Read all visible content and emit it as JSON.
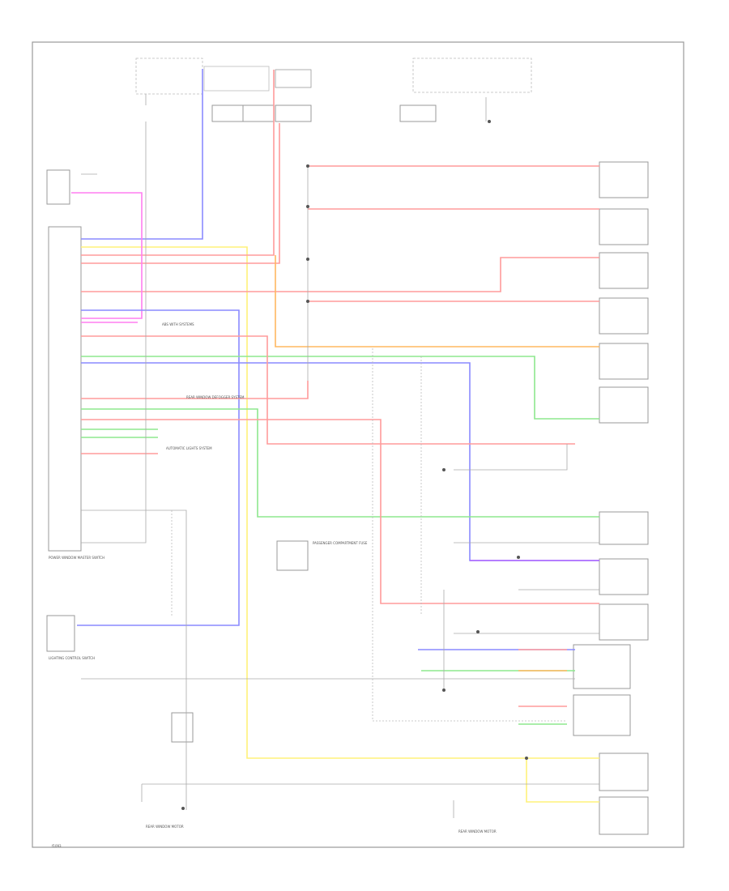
{
  "colors": {
    "blue": "#8a8aff",
    "red": "#ff9b9b",
    "yellow": "#fff27a",
    "green": "#8ee88e",
    "magenta": "#ff7ff0",
    "orange": "#ffb860",
    "purple": "#b066ff",
    "grey": "#999999",
    "black": "#555555"
  },
  "labels": {
    "figure_id": "f1093",
    "abs_system": "ABS WITH SYSTEMS",
    "rear_window_defogger": "REAR WINDOW DEFOGGER SYSTEM",
    "auto_systems": "AUTOMATIC LIGHTS SYSTEM"
  },
  "components": {
    "left_column_connector": "POWER WINDOW MASTER SWITCH",
    "bottom_left_switch": "LIGHTING CONTROL SWITCH",
    "mid_relay": "PASSENGER COMPARTMENT FUSE",
    "rear_motor_left": "REAR WINDOW MOTOR",
    "rear_motor_right": "REAR WINDOW MOTOR"
  }
}
